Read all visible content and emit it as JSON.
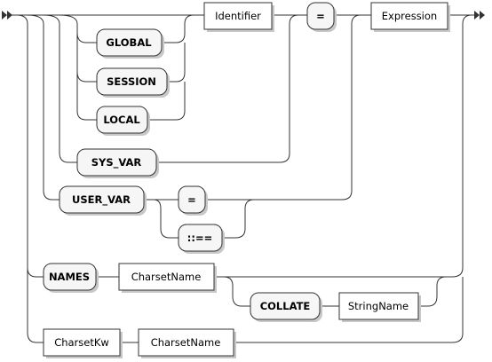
{
  "diagram": {
    "terminals": {
      "global": "GLOBAL",
      "session": "SESSION",
      "local": "LOCAL",
      "sys_var": "SYS_VAR",
      "user_var": "USER_VAR",
      "eq1": "=",
      "eq2": "=",
      "assign": "::==",
      "names": "NAMES",
      "collate": "COLLATE"
    },
    "nonterminals": {
      "identifier": "Identifier",
      "expression": "Expression",
      "charset_name_1": "CharsetName",
      "string_name": "StringName",
      "charset_kw": "CharsetKw",
      "charset_name_2": "CharsetName"
    }
  }
}
